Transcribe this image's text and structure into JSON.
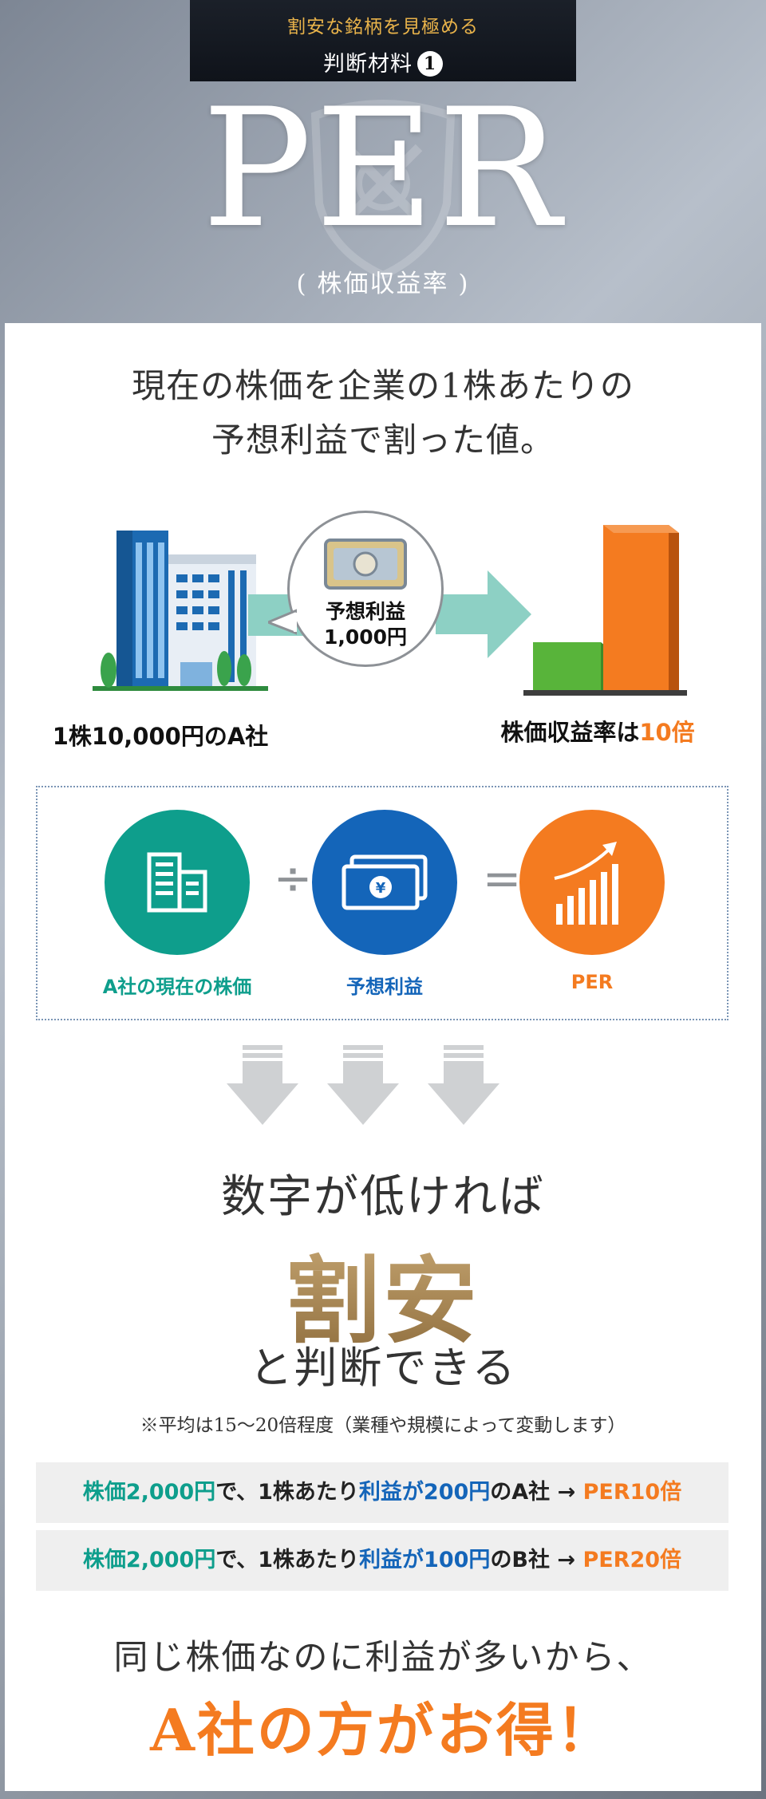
{
  "header": {
    "kicker_line1": "割安な銘柄を見極める",
    "kicker_line2": "判断材料",
    "kicker_number": "1",
    "title": "PER",
    "subtitle": "( 株価収益率 )"
  },
  "lead": {
    "line1": "現在の株価を企業の1株あたりの",
    "line2": "予想利益で割った値。"
  },
  "illustration": {
    "bubble_line1": "予想利益",
    "bubble_line2": "1,000円",
    "company_caption": "1株10,000円のA社",
    "per_caption_prefix": "株価収益率は",
    "per_caption_value": "10倍"
  },
  "formula": {
    "operator_divide": "÷",
    "operator_equals": "=",
    "items": [
      {
        "label": "A社の現在の株価",
        "icon": "building-icon"
      },
      {
        "label": "予想利益",
        "icon": "yen-banknote-icon"
      },
      {
        "label": "PER",
        "icon": "rising-bars-icon"
      }
    ]
  },
  "conclusion": {
    "line1": "数字が低ければ",
    "line2": "割安",
    "line3": "と判断できる",
    "note": "※平均は15〜20倍程度（業種や規模によって変動します）"
  },
  "examples": [
    {
      "p1": "株価2,000円",
      "p2": "で、1株あたり",
      "p3": "利益が200円",
      "p4": "のA社 → ",
      "p5": "PER10倍"
    },
    {
      "p1": "株価2,000円",
      "p2": "で、1株あたり",
      "p3": "利益が100円",
      "p4": "のB社 → ",
      "p5": "PER20倍"
    }
  ],
  "footer": {
    "line1": "同じ株価なのに利益が多いから、",
    "line2": "A社の方がお得！"
  },
  "colors": {
    "teal": "#0e9e8c",
    "blue": "#1465b9",
    "orange": "#f47b20",
    "gold": "#a98a58"
  }
}
